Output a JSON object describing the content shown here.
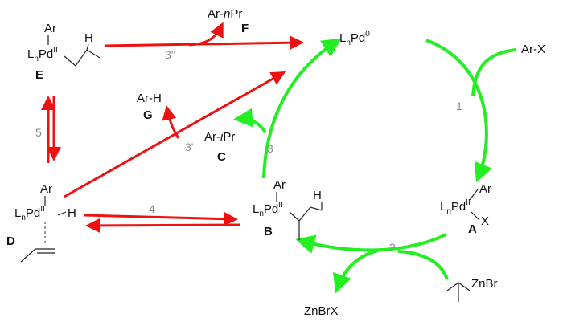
{
  "colors": {
    "green": "#22ee22",
    "red": "#ee1111",
    "step": "#8a8a8a"
  },
  "labels": {
    "ArX": "Ar-X",
    "LnPd0": "LnPd0",
    "A": "A",
    "B": "B",
    "C": "C",
    "D": "D",
    "E": "E",
    "F": "F",
    "G": "G",
    "Ar": "Ar",
    "H": "H",
    "X": "X",
    "Ln": "L",
    "n": "n",
    "Pd": "Pd",
    "II": "II",
    "zero": "0",
    "ArnPr_a": "Ar-",
    "ArnPr_b": "n",
    "ArnPr_c": "Pr",
    "ArH": "Ar-H",
    "AriPr_a": "Ar-",
    "AriPr_b": "i",
    "AriPr_c": "Pr",
    "ZnBr": "ZnBr",
    "ZnBrX": "ZnBrX"
  },
  "steps": {
    "s1": "1",
    "s2": "2",
    "s3": "3",
    "s3p": "3'",
    "s3pp": "3''",
    "s4": "4",
    "s5": "5"
  }
}
